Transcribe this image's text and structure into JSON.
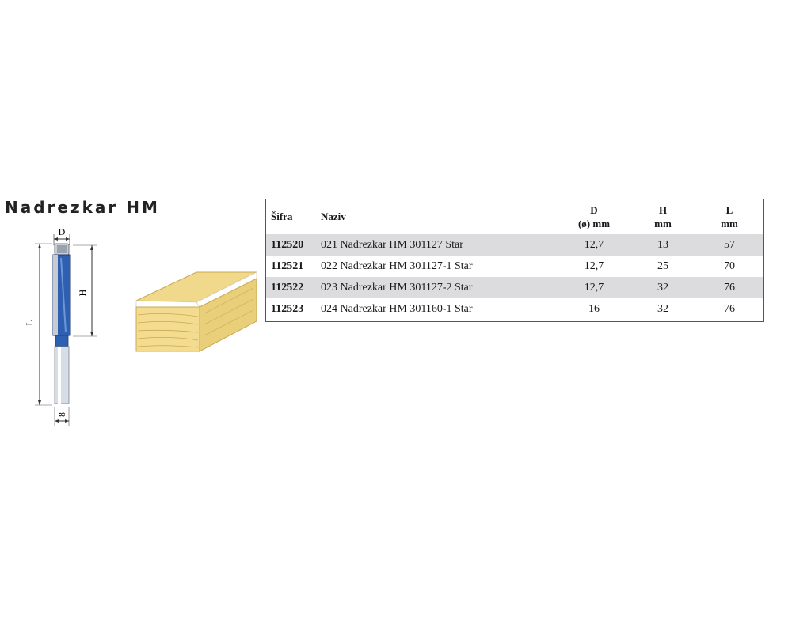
{
  "title": "Nadrezkar HM",
  "diagram": {
    "label_d": "D",
    "label_h": "H",
    "label_l": "L",
    "label_shank": "8",
    "colors": {
      "cutter": "#2e5fb0",
      "shank": "#d6dde5",
      "wood": "#f0d98a",
      "wood_edge": "#c9a850"
    }
  },
  "table": {
    "headers": {
      "code": "Šifra",
      "name": "Naziv",
      "d_top": "D",
      "d_bottom": "(ø) mm",
      "h_top": "H",
      "h_bottom": "mm",
      "l_top": "L",
      "l_bottom": "mm"
    },
    "rows": [
      {
        "code": "112520",
        "name": "021 Nadrezkar HM 301127 Star",
        "d": "12,7",
        "h": "13",
        "l": "57"
      },
      {
        "code": "112521",
        "name": "022 Nadrezkar HM 301127-1 Star",
        "d": "12,7",
        "h": "25",
        "l": "70"
      },
      {
        "code": "112522",
        "name": "023 Nadrezkar HM 301127-2 Star",
        "d": "12,7",
        "h": "32",
        "l": "76"
      },
      {
        "code": "112523",
        "name": "024 Nadrezkar HM 301160-1 Star",
        "d": "16",
        "h": "32",
        "l": "76"
      }
    ]
  }
}
